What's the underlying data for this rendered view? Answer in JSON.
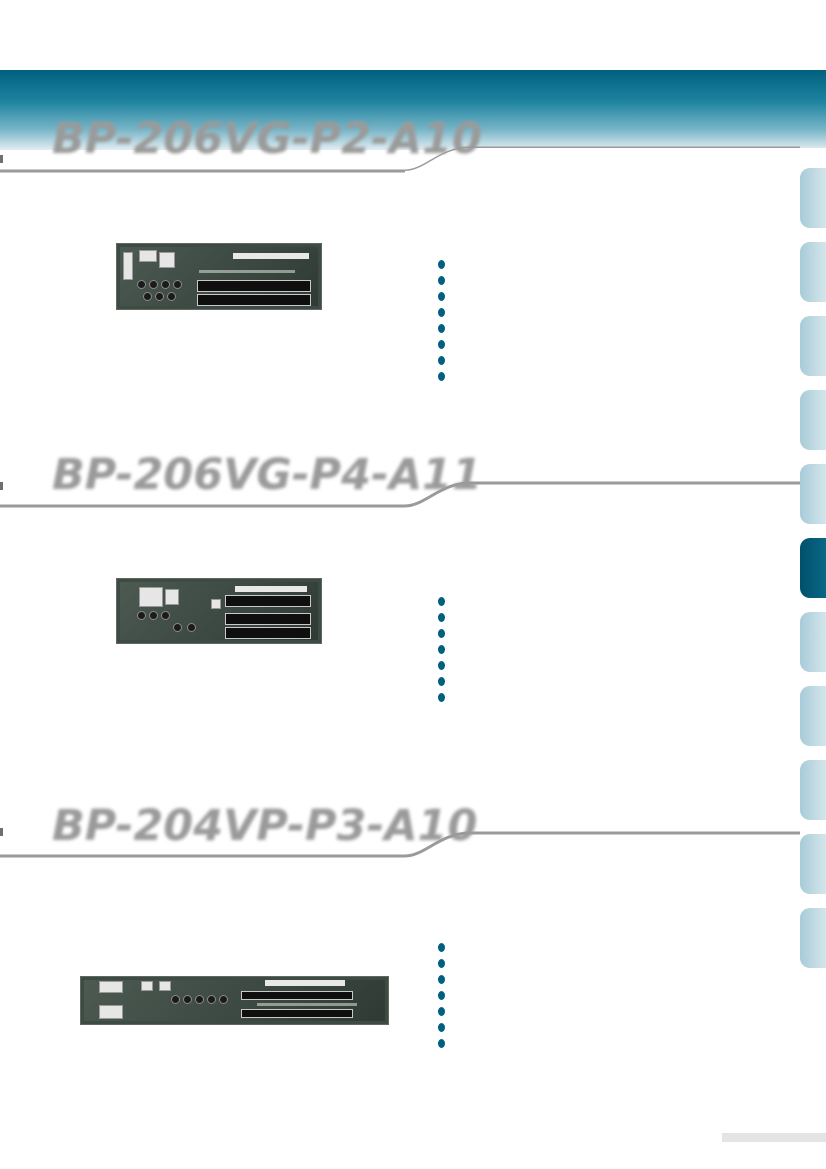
{
  "sections": [
    {
      "title": "BP-206VG-P2-A10"
    },
    {
      "title": "BP-206VG-P4-A11"
    },
    {
      "title": "BP-204VP-P3-A10"
    }
  ],
  "colors": {
    "banner_top": "#00607f",
    "bullet": "#00607f",
    "tab_inactive": "#b7d4df",
    "tab_active": "#00506c",
    "title_gray": "#9a9a9a"
  },
  "side_tabs": {
    "count": 11,
    "active_index": 5
  }
}
